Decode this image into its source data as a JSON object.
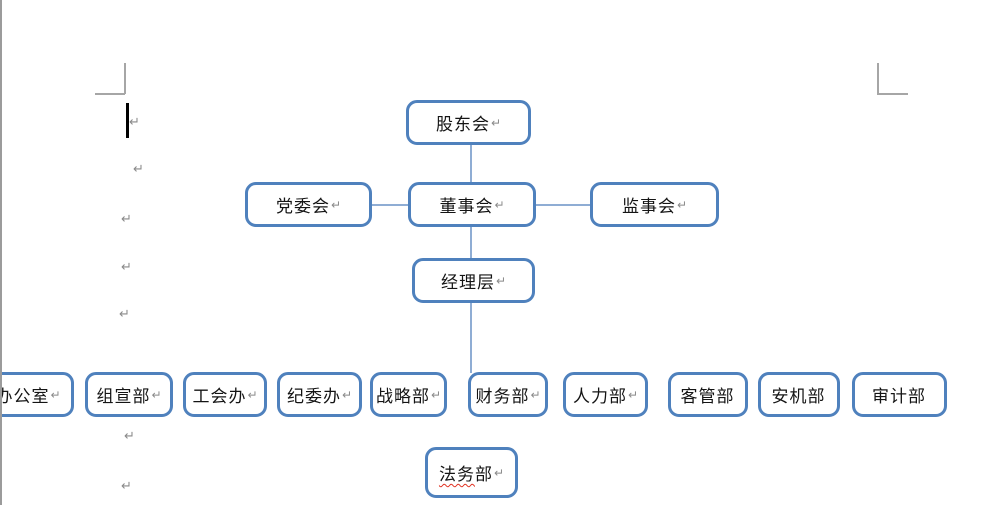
{
  "page": {
    "return_mark": "↵"
  },
  "org_chart": {
    "shareholders": {
      "label": "股东会",
      "mark": "↵"
    },
    "party_committee": {
      "label": "党委会",
      "mark": "↵"
    },
    "board": {
      "label": "董事会",
      "mark": "↵"
    },
    "supervisory": {
      "label": "监事会",
      "mark": "↵"
    },
    "management": {
      "label": "经理层",
      "mark": "↵"
    },
    "departments": [
      {
        "label": "办公室",
        "mark": "↵"
      },
      {
        "label": "组宣部",
        "mark": "↵"
      },
      {
        "label": "工会办",
        "mark": "↵"
      },
      {
        "label": "纪委办",
        "mark": "↵"
      },
      {
        "label": "战略部",
        "mark": "↵"
      },
      {
        "label": "财务部",
        "mark": "↵"
      },
      {
        "label": "人力部",
        "mark": "↵"
      },
      {
        "label": "客管部",
        "mark": ""
      },
      {
        "label": "安机部",
        "mark": ""
      },
      {
        "label": "审计部",
        "mark": ""
      }
    ],
    "legal": {
      "label_flagged": "法务",
      "label_rest": "部",
      "mark": "↵"
    }
  },
  "colors": {
    "box_border": "#4f81bd",
    "connector": "#8fadd4",
    "spellcheck_underline": "#e03020",
    "formatting_mark": "#8a8a8a"
  }
}
